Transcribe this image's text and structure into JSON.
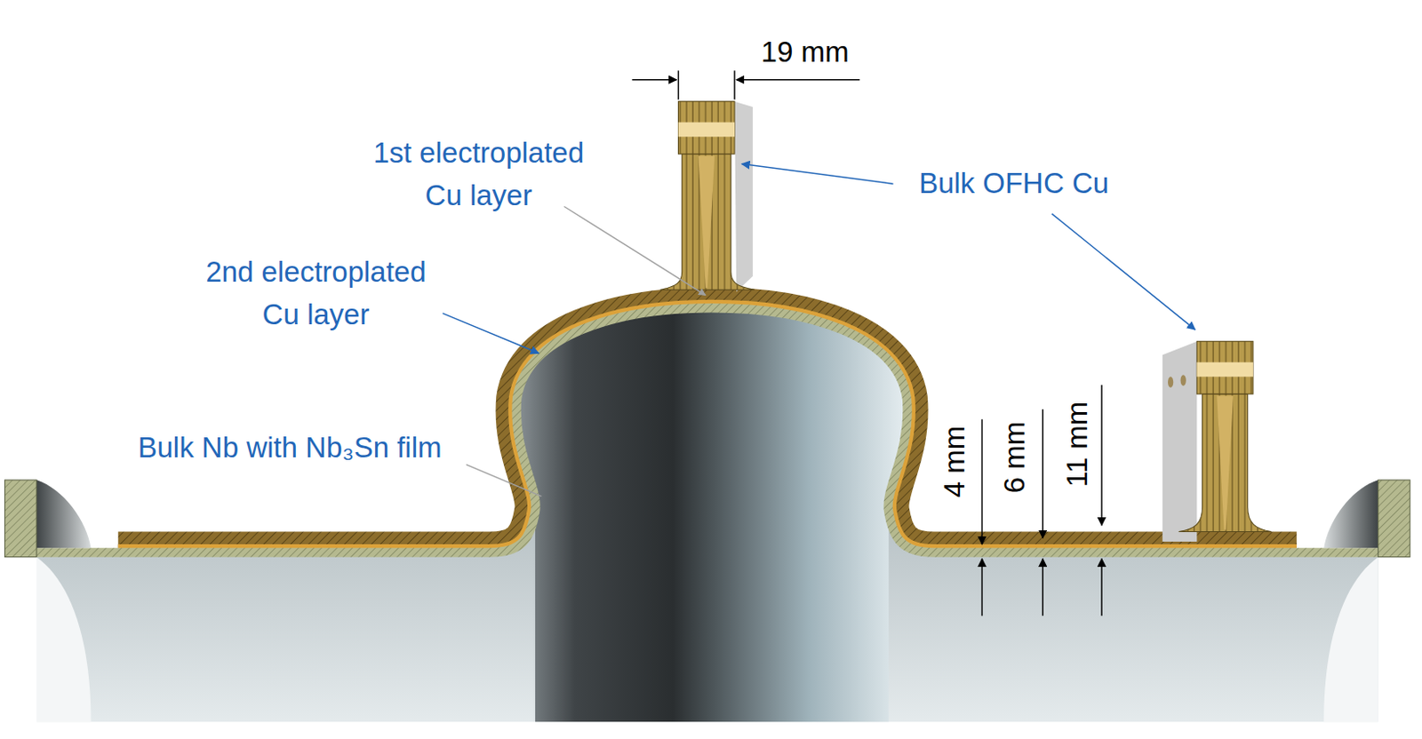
{
  "diagram": {
    "labels": [
      "19 mm",
      "1st electroplated Cu layer",
      "2nd electroplated Cu layer",
      "Bulk OFHC Cu",
      "Bulk Nb with Nb₃Sn film",
      "4 mm",
      "6 mm",
      "11 mm"
    ]
  }
}
